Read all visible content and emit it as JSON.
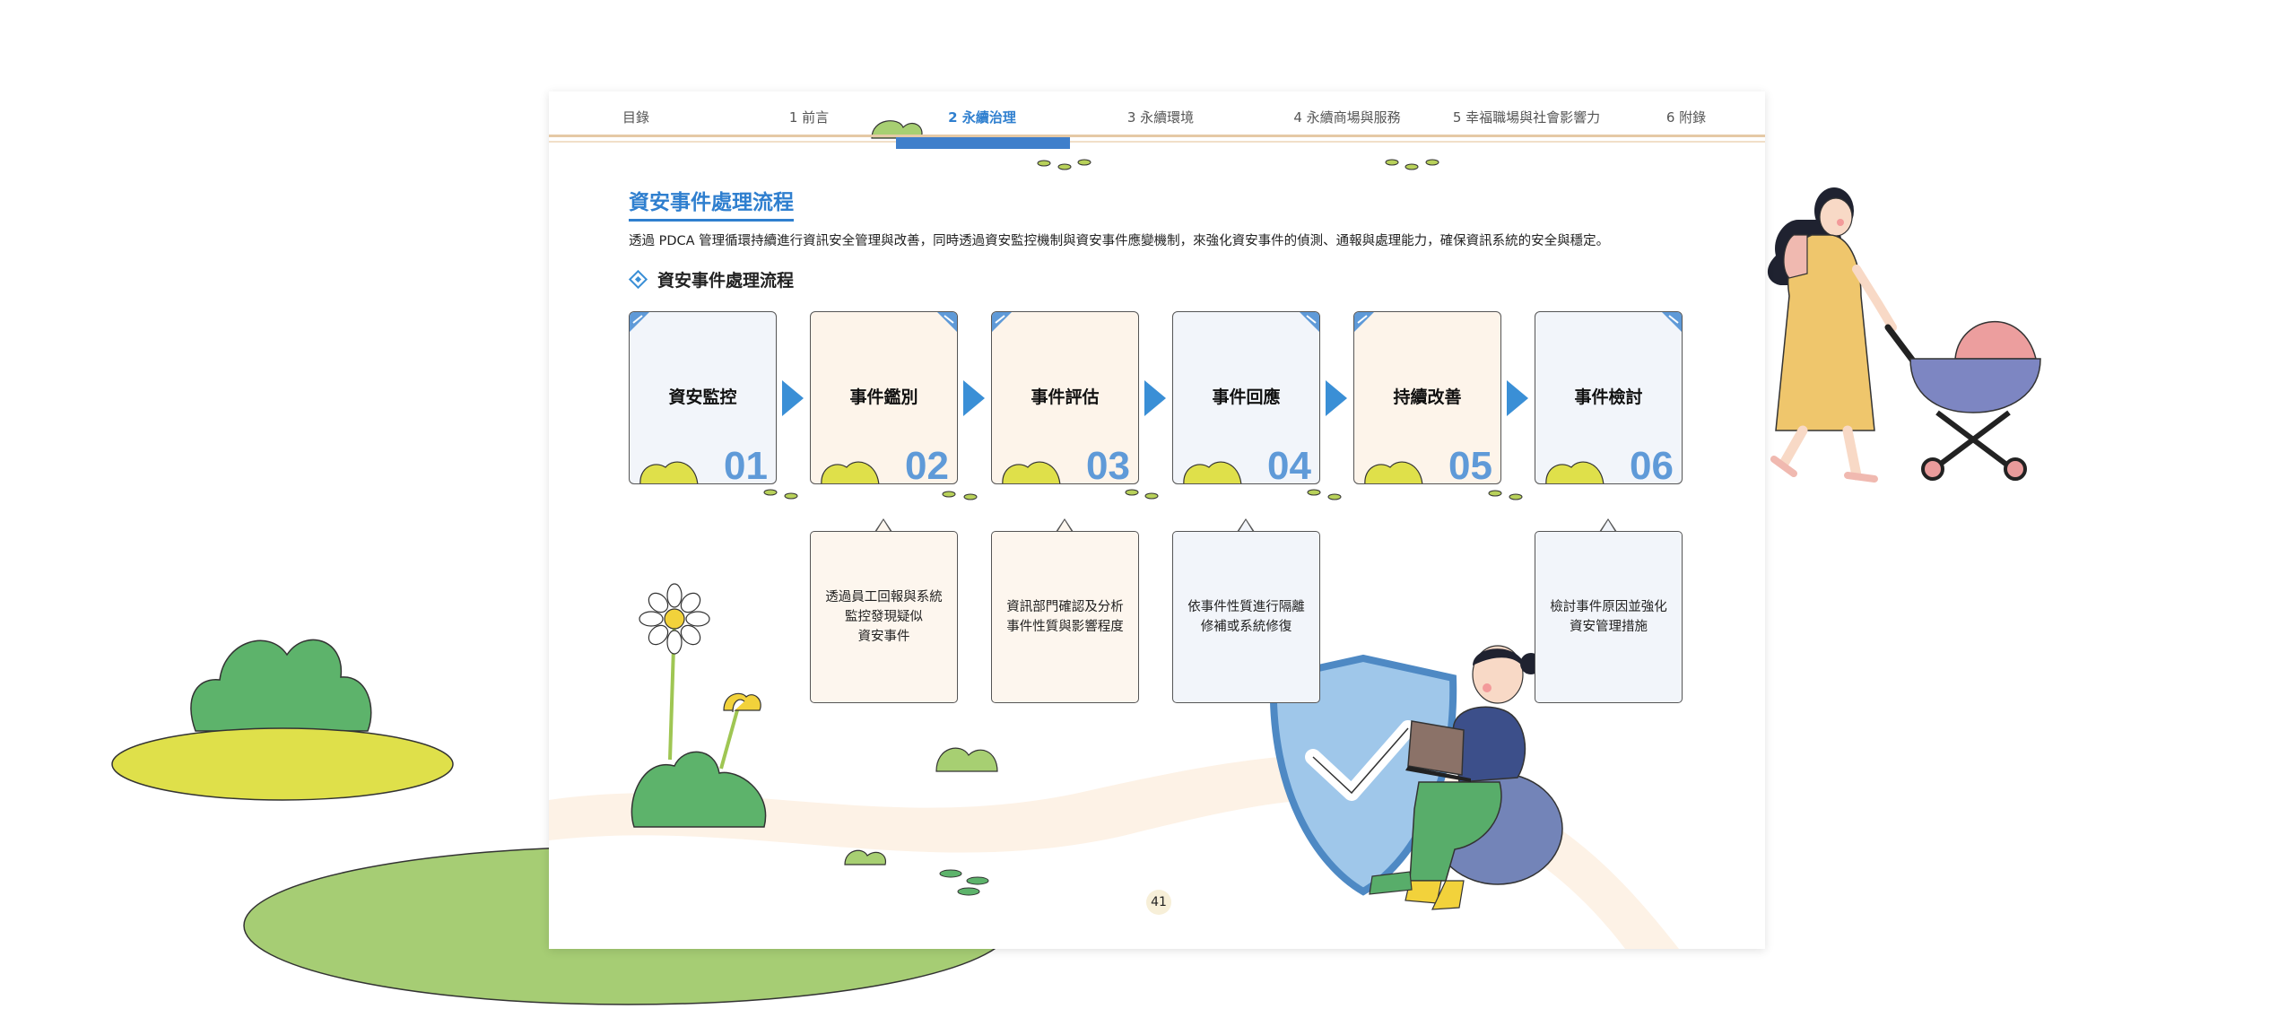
{
  "nav": {
    "items": [
      {
        "label": "目錄",
        "active": false
      },
      {
        "label": "1 前言",
        "active": false
      },
      {
        "label": "2 永續治理",
        "active": true
      },
      {
        "label": "3 永續環境",
        "active": false
      },
      {
        "label": "4 永續商場與服務",
        "active": false
      },
      {
        "label": "5 幸福職場與社會影響力",
        "active": false
      },
      {
        "label": "6 附錄",
        "active": false
      }
    ]
  },
  "section": {
    "title": "資安事件處理流程",
    "intro": "透過 PDCA 管理循環持續進行資訊安全管理與改善，同時透過資安監控機制與資安事件應變機制，來強化資安事件的偵測、通報與處理能力，確保資訊系統的安全與穩定。",
    "subtitle": "資安事件處理流程"
  },
  "steps": [
    {
      "label": "資安監控",
      "num": "01"
    },
    {
      "label": "事件鑑別",
      "num": "02"
    },
    {
      "label": "事件評估",
      "num": "03"
    },
    {
      "label": "事件回應",
      "num": "04"
    },
    {
      "label": "持續改善",
      "num": "05"
    },
    {
      "label": "事件檢討",
      "num": "06"
    }
  ],
  "callouts": [
    {
      "text": "透過員工回報與系統\n監控發現疑似\n資安事件"
    },
    {
      "text": "資訊部門確認及分析\n事件性質與影響程度"
    },
    {
      "text": "依事件性質進行隔離\n修補或系統修復"
    },
    {
      "text": "檢討事件原因並強化\n資安管理措施"
    }
  ],
  "page_number": "41",
  "colors": {
    "accent_blue": "#2f7fcf",
    "step_number": "#5f9ad8",
    "arrow": "#3a8fd6",
    "nav_indicator": "#3f7fcb"
  }
}
